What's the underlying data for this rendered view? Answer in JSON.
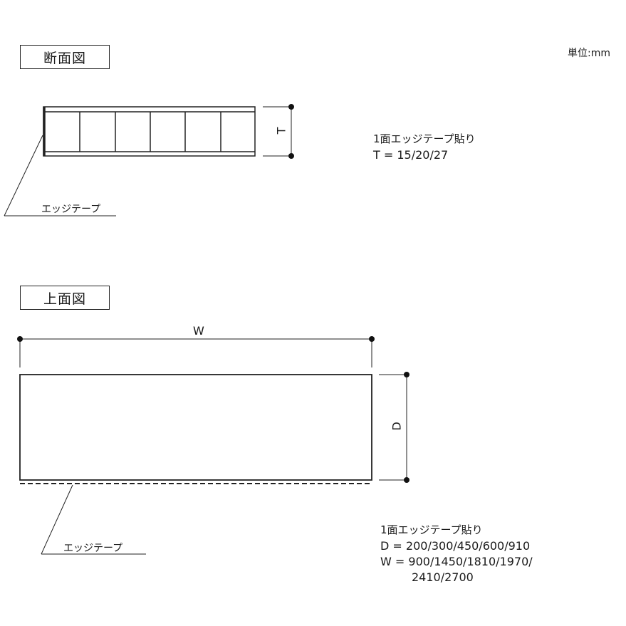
{
  "unit_label": "単位:mm",
  "section_view": {
    "title": "断面図",
    "dimension_label": "T",
    "edge_tape_label": "エッジテープ",
    "spec_line1": "1面エッジテープ貼り",
    "spec_line2": "T = 15/20/27",
    "cell_count": 6
  },
  "top_view": {
    "title": "上面図",
    "width_label": "W",
    "depth_label": "D",
    "edge_tape_label": "エッジテープ",
    "spec_line1": "1面エッジテープ貼り",
    "spec_line2": "D = 200/300/450/600/910",
    "spec_line3": "W = 900/1450/1810/1970/",
    "spec_line4": "2410/2700"
  },
  "colors": {
    "line": "#222222",
    "background": "#ffffff"
  }
}
